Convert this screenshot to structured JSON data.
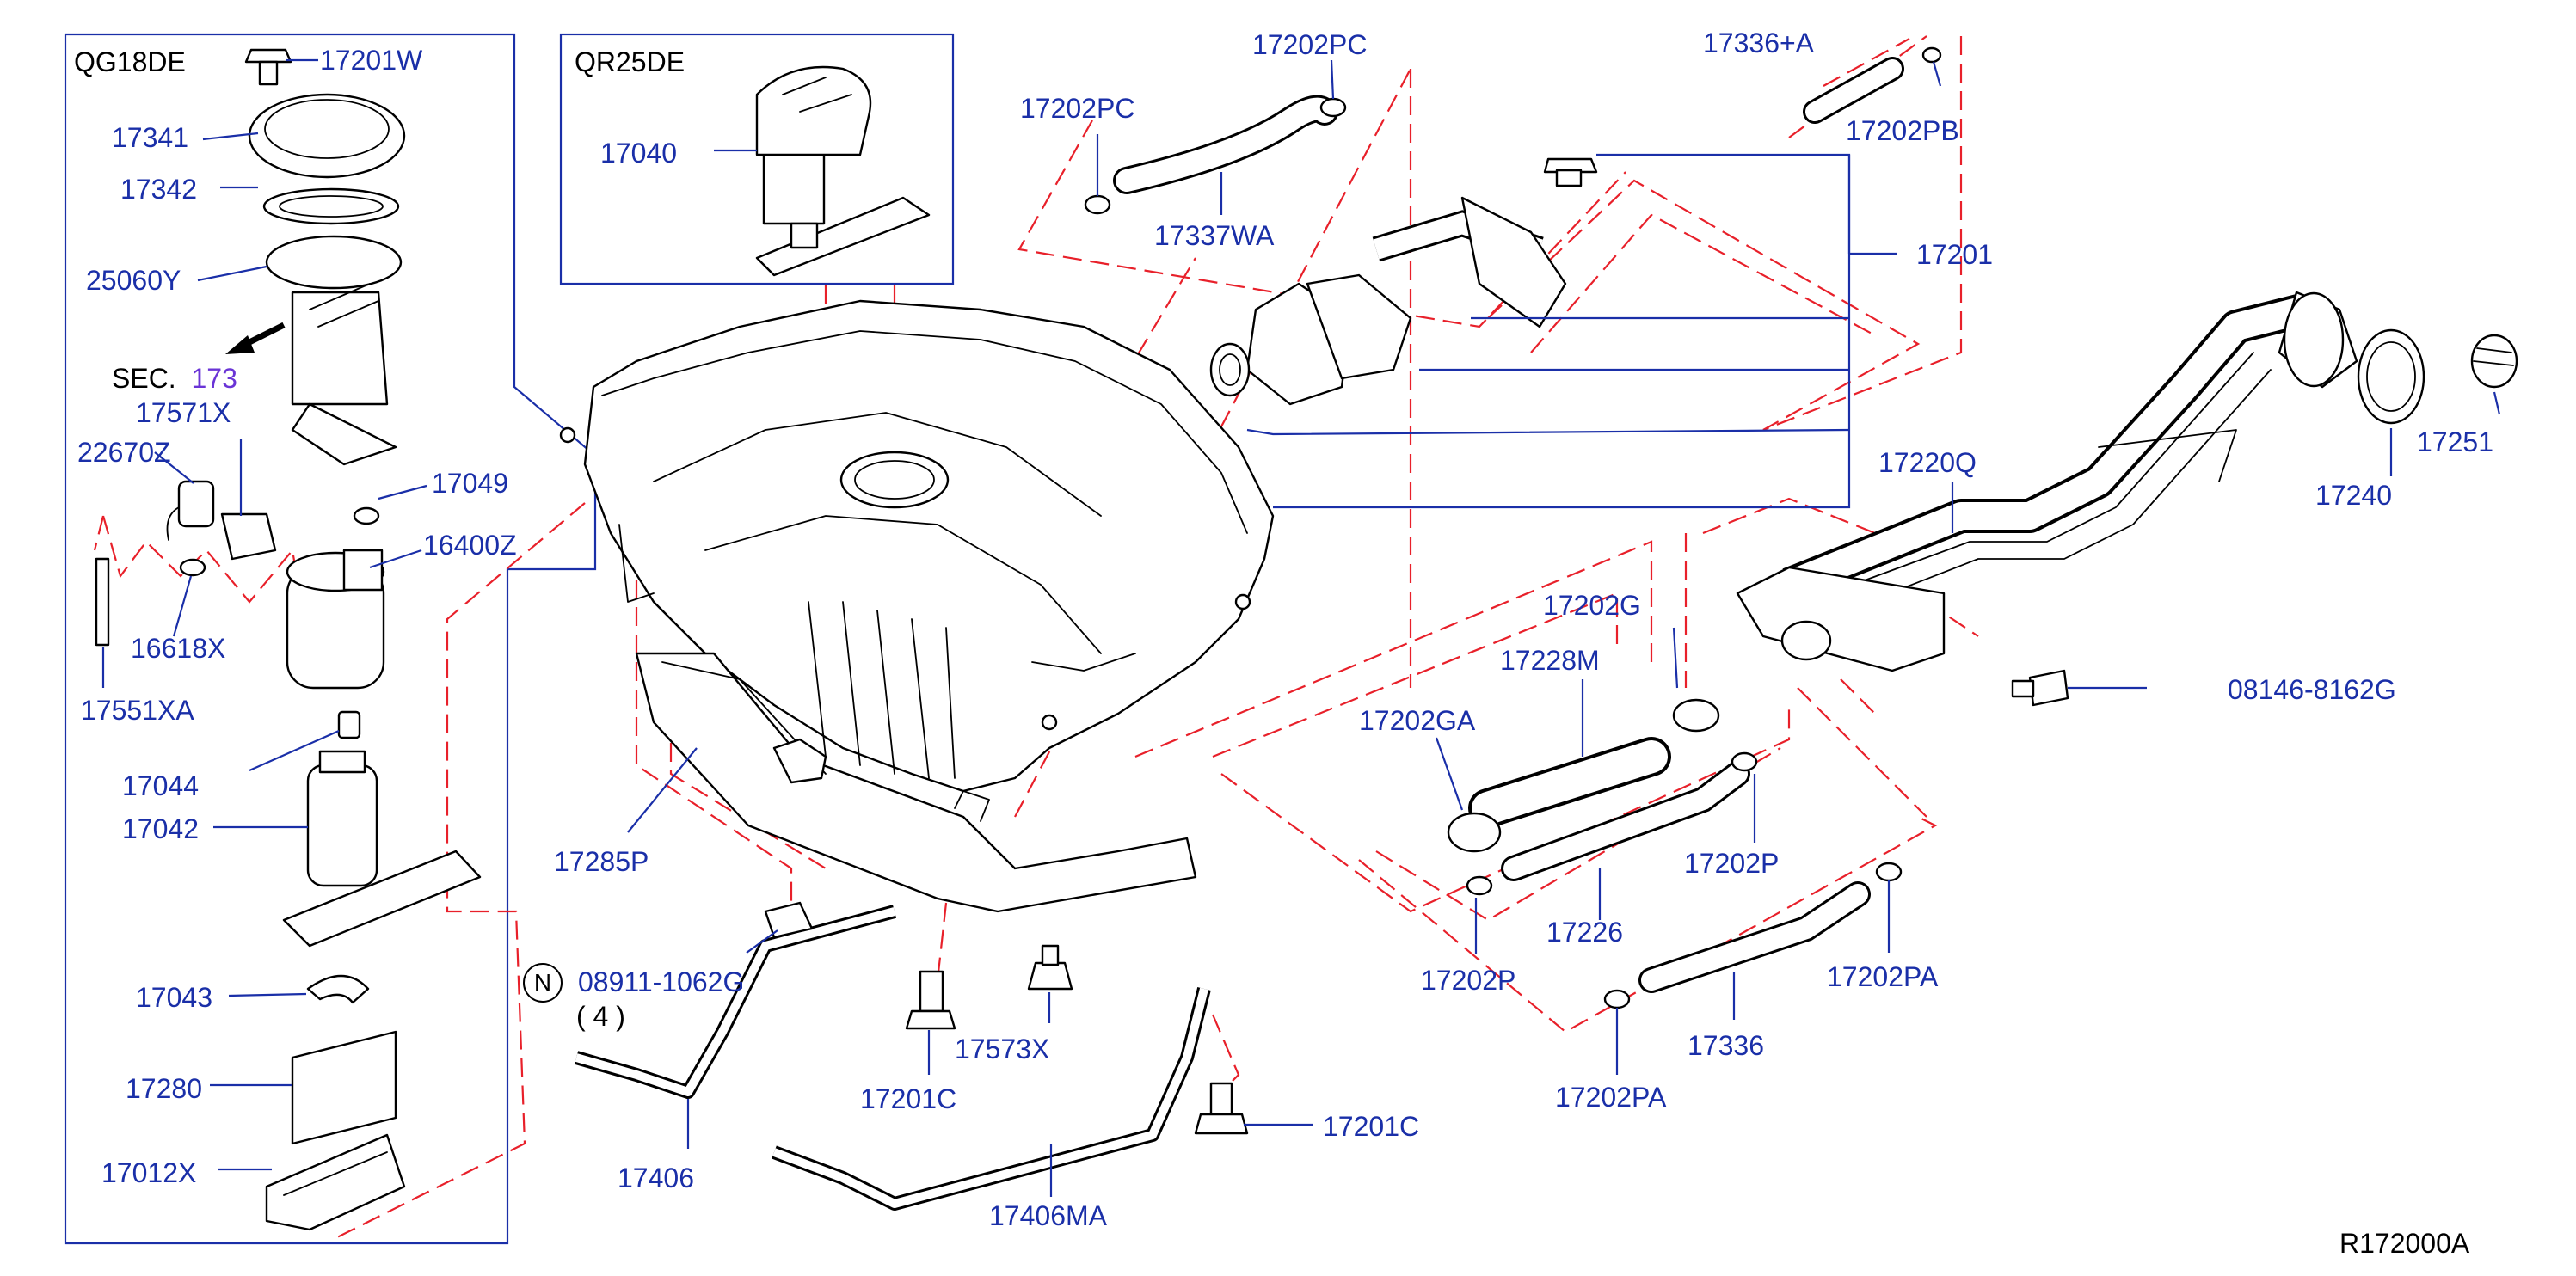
{
  "engine_labels": {
    "left": "QG18DE",
    "right": "QR25DE"
  },
  "section": {
    "prefix": "SEC.",
    "number": "173"
  },
  "note": {
    "symbol": "N",
    "qty": "( 4 )"
  },
  "diagram_code": "R172000A",
  "part_labels": [
    "17201W",
    "17341",
    "17342",
    "25060Y",
    "17571X",
    "22670Z",
    "17049",
    "16400Z",
    "16618X",
    "17551XA",
    "17044",
    "17042",
    "17043",
    "17280",
    "17012X",
    "17040",
    "17202PC",
    "17202PC",
    "17337WA",
    "17336+A",
    "17202PB",
    "17201",
    "17220Q",
    "17240",
    "17251",
    "17202G",
    "17228M",
    "17202GA",
    "08146-8162G",
    "17285P",
    "17202P",
    "17226",
    "17202P",
    "17202PA",
    "17336",
    "17202PA",
    "08911-1062G",
    "17573X",
    "17201C",
    "17201C",
    "17406",
    "17406MA"
  ],
  "colors": {
    "label": "#1a2fa8",
    "dash": "#e8202a",
    "line": "#000000",
    "section_number": "#6a34d6"
  }
}
